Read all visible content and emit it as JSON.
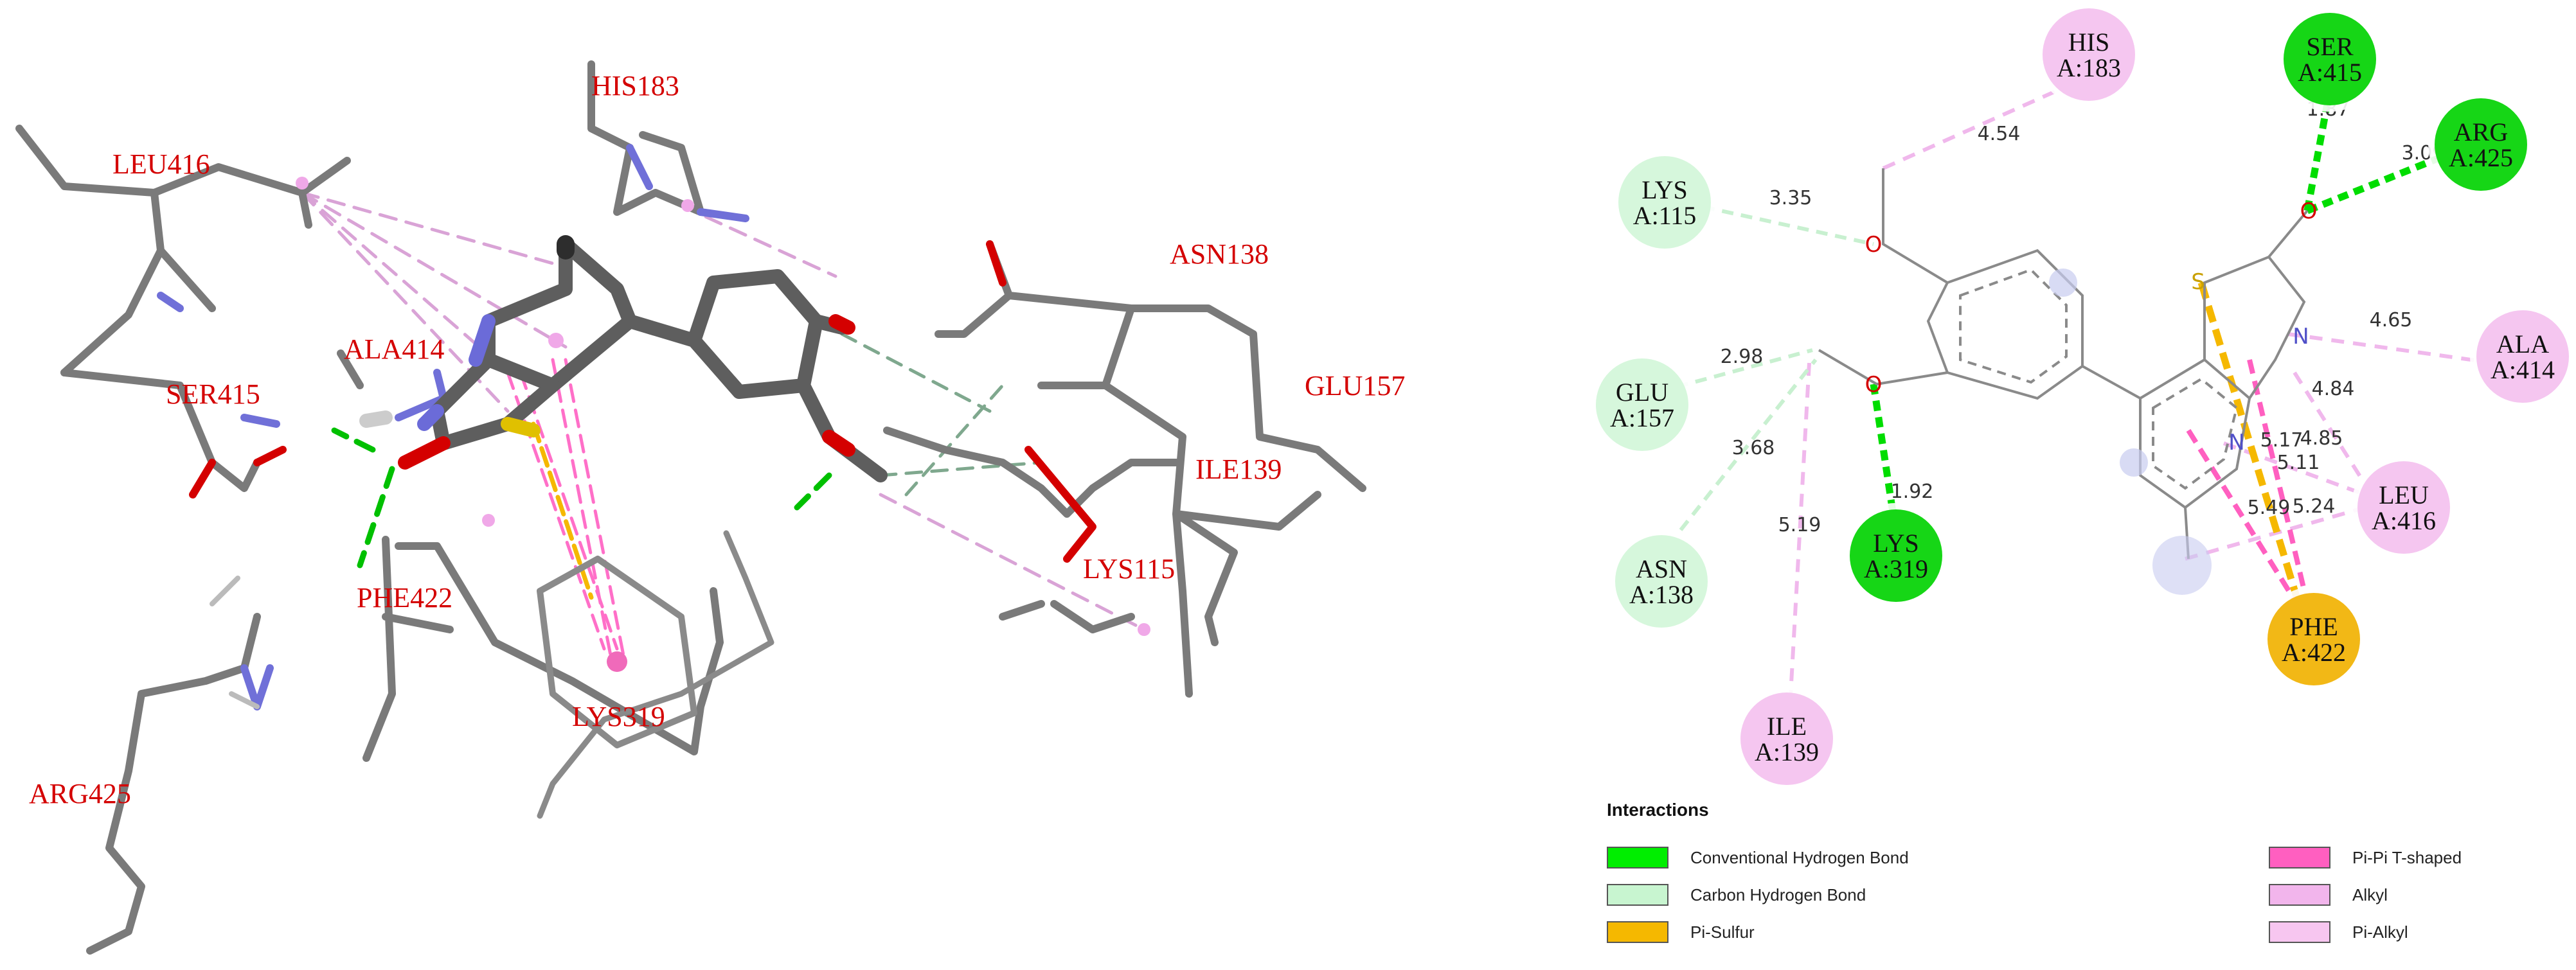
{
  "view3d": {
    "residues": [
      {
        "label": "HIS183"
      },
      {
        "label": "LEU416"
      },
      {
        "label": "ASN138"
      },
      {
        "label": "GLU157"
      },
      {
        "label": "SER415"
      },
      {
        "label": "ALA414"
      },
      {
        "label": "ILE139"
      },
      {
        "label": "LYS115"
      },
      {
        "label": "PHE422"
      },
      {
        "label": "LYS319"
      },
      {
        "label": "ARG425"
      }
    ]
  },
  "diagram2d": {
    "nodes": [
      {
        "name": "HIS",
        "id": "A:183",
        "type": "Pi-Alkyl"
      },
      {
        "name": "SER",
        "id": "A:415",
        "type": "Conventional Hydrogen Bond"
      },
      {
        "name": "ARG",
        "id": "A:425",
        "type": "Conventional Hydrogen Bond"
      },
      {
        "name": "LYS",
        "id": "A:115",
        "type": "Carbon Hydrogen Bond"
      },
      {
        "name": "GLU",
        "id": "A:157",
        "type": "Carbon Hydrogen Bond"
      },
      {
        "name": "ASN",
        "id": "A:138",
        "type": "Carbon Hydrogen Bond"
      },
      {
        "name": "LYS",
        "id": "A:319",
        "type": "Conventional Hydrogen Bond"
      },
      {
        "name": "ALA",
        "id": "A:414",
        "type": "Alkyl"
      },
      {
        "name": "LEU",
        "id": "A:416",
        "type": "Alkyl"
      },
      {
        "name": "PHE",
        "id": "A:422",
        "type": "Pi-Sulfur"
      },
      {
        "name": "ILE",
        "id": "A:139",
        "type": "Alkyl"
      }
    ],
    "distances": [
      "4.54",
      "1.87",
      "3.09",
      "3.35",
      "2.98",
      "3.68",
      "1.92",
      "5.19",
      "4.65",
      "4.84",
      "5.17",
      "4.85",
      "5.11",
      "5.49",
      "5.24"
    ],
    "atoms": {
      "oxygen": "O",
      "sulfur": "S",
      "nitrogen": "N"
    }
  },
  "legend": {
    "title": "Interactions",
    "items": [
      {
        "label": "Conventional Hydrogen Bond",
        "color": "#00ee00"
      },
      {
        "label": "Carbon Hydrogen Bond",
        "color": "#c8f5d0"
      },
      {
        "label": "Pi-Sulfur",
        "color": "#f5b800"
      },
      {
        "label": "Pi-Pi T-shaped",
        "color": "#ff5fc0"
      },
      {
        "label": "Alkyl",
        "color": "#f2b5ec"
      },
      {
        "label": "Pi-Alkyl",
        "color": "#f7c6f0"
      }
    ]
  },
  "colors": {
    "residue_label": "#d40000",
    "stick_carbon": "#6a6a6a",
    "stick_nitrogen": "#7070d8",
    "stick_oxygen": "#d40000",
    "hbond": "#00c000",
    "carbon_hbond": "#9fd8b0",
    "alkyl": "#d9a3d6",
    "pi_sulfur": "#f5b800",
    "pi_pi": "#ff5fc0"
  }
}
